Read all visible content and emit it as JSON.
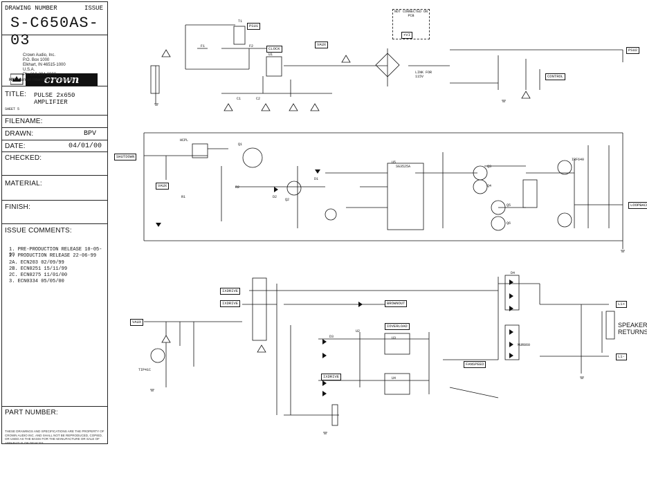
{
  "title_block": {
    "drawing_number_label": "DRAWING NUMBER",
    "issue_label": "ISSUE",
    "drawing_number": "S-C650AS-03",
    "company": {
      "logo_text": "crown",
      "lines": [
        "Crown Audio, Inc.",
        "P.O. Box 1000",
        "Elkhart, IN 46515-1000",
        "U.S.A.",
        "Ph: 219-294-8000",
        "A Harman International Company"
      ]
    },
    "title_label": "TITLE:",
    "title_value": "PULSE 2x650 AMPLIFIER",
    "sheet": "SHEET 5",
    "filename_label": "FILENAME:",
    "drawn_label": "DRAWN:",
    "drawn_value": "BPV",
    "date_label": "DATE:",
    "date_value": "04/01/00",
    "checked_label": "CHECKED:",
    "material_label": "MATERIAL:",
    "finish_label": "FINISH:",
    "issue_comments_label": "ISSUE COMMENTS:",
    "issue_comments": [
      "1. PRE-PRODUCTION RELEASE 10-05-99",
      "2. PRODUCTION RELEASE 22-06-99",
      "2A. ECN203 02/09/99",
      "2B. ECN0251 15/11/99",
      "2C. ECN0275 11/01/00",
      "3. ECN0334 05/05/00"
    ],
    "part_number_label": "PART NUMBER:",
    "proprietary_note": "THESE DRAWINGS AND SPECIFICATIONS ARE THE PROPERTY OF CROWN AUDIO INC. AND SHALL NOT BE REPRODUCED, COPIED, OR USED AS THE BASIS FOR THE MANUFACTURE OR SALE OF APPARATUS OR DEVICES"
  },
  "schematic": {
    "not_connected": "NOT CONNECTED ON PCB",
    "link_for": "LINK FOR 115V",
    "speaker_returns": [
      "SPEAKER",
      "RETURNS"
    ],
    "net_tags": [
      {
        "id": "x1",
        "text": "PSU1"
      },
      {
        "id": "x2",
        "text": "CLOCK"
      },
      {
        "id": "x3",
        "text": "PSU2"
      },
      {
        "id": "x4",
        "text": "VAUX"
      },
      {
        "id": "x5",
        "text": "SHUTDOWN"
      },
      {
        "id": "x6",
        "text": "VAUX"
      },
      {
        "id": "x7",
        "text": "CONTROL"
      },
      {
        "id": "x8",
        "text": "LOOPBACK"
      },
      {
        "id": "x9",
        "text": "IOVERLOAD"
      },
      {
        "id": "x10",
        "text": "VAUX"
      },
      {
        "id": "x11",
        "text": "IXDRIVE"
      },
      {
        "id": "x12",
        "text": "IXDRIVE"
      },
      {
        "id": "x13",
        "text": "BROWNOUT"
      },
      {
        "id": "x14",
        "text": "IXDRIVE"
      },
      {
        "id": "x15",
        "text": "FANSPEED"
      },
      {
        "id": "x16",
        "text": "L1+"
      },
      {
        "id": "x17",
        "text": "L1-"
      },
      {
        "id": "x18",
        "text": "+VI"
      }
    ],
    "ref_labels": [
      "T1",
      "U1",
      "U2",
      "U3",
      "U4",
      "U5",
      "Q1",
      "Q2",
      "Q3",
      "Q4",
      "Q5",
      "Q6",
      "D1",
      "D2",
      "D3",
      "D4",
      "R1",
      "R2",
      "C1",
      "C2",
      "F1",
      "F2",
      "SG3525A",
      "HCPL",
      "TIP41C",
      "MUR860",
      "IRF640"
    ]
  }
}
